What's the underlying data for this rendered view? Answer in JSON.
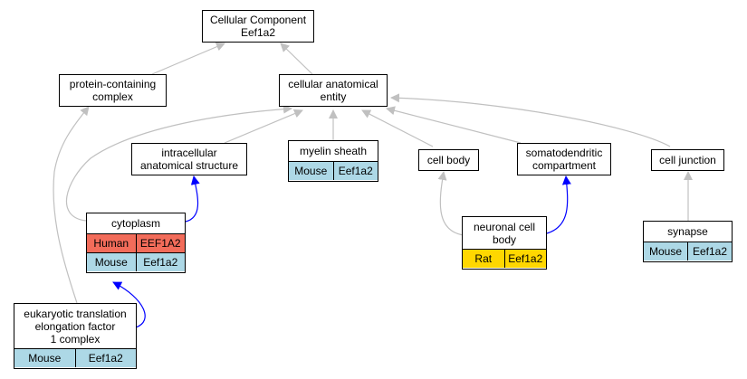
{
  "nodes": {
    "root": {
      "label": "Cellular Component\nEef1a2"
    },
    "protein_complex": {
      "label": "protein-containing\ncomplex"
    },
    "anatomical_entity": {
      "label": "cellular anatomical\nentity"
    },
    "intracellular": {
      "label": "intracellular\nanatomical structure"
    },
    "myelin": {
      "label": "myelin sheath",
      "species": [
        {
          "name": "Mouse",
          "gene": "Eef1a2",
          "color": "mouse"
        }
      ]
    },
    "cell_body": {
      "label": "cell body"
    },
    "somatodendritic": {
      "label": "somatodendritic\ncompartment"
    },
    "cell_junction": {
      "label": "cell junction"
    },
    "cytoplasm": {
      "label": "cytoplasm",
      "species": [
        {
          "name": "Human",
          "gene": "EEF1A2",
          "color": "human"
        },
        {
          "name": "Mouse",
          "gene": "Eef1a2",
          "color": "mouse"
        }
      ]
    },
    "neuronal_cell_body": {
      "label": "neuronal cell\nbody",
      "species": [
        {
          "name": "Rat",
          "gene": "Eef1a2",
          "color": "rat"
        }
      ]
    },
    "synapse": {
      "label": "synapse",
      "species": [
        {
          "name": "Mouse",
          "gene": "Eef1a2",
          "color": "mouse"
        }
      ]
    },
    "eef1_complex": {
      "label": "eukaryotic translation\nelongation factor\n1 complex",
      "species": [
        {
          "name": "Mouse",
          "gene": "Eef1a2",
          "color": "mouse"
        }
      ]
    }
  },
  "colors": {
    "human": "#f26c5a",
    "mouse": "#add8e6",
    "rat": "#ffd700",
    "is_a_edge": "#c0c0c0",
    "part_of_edge": "#0000ff"
  }
}
